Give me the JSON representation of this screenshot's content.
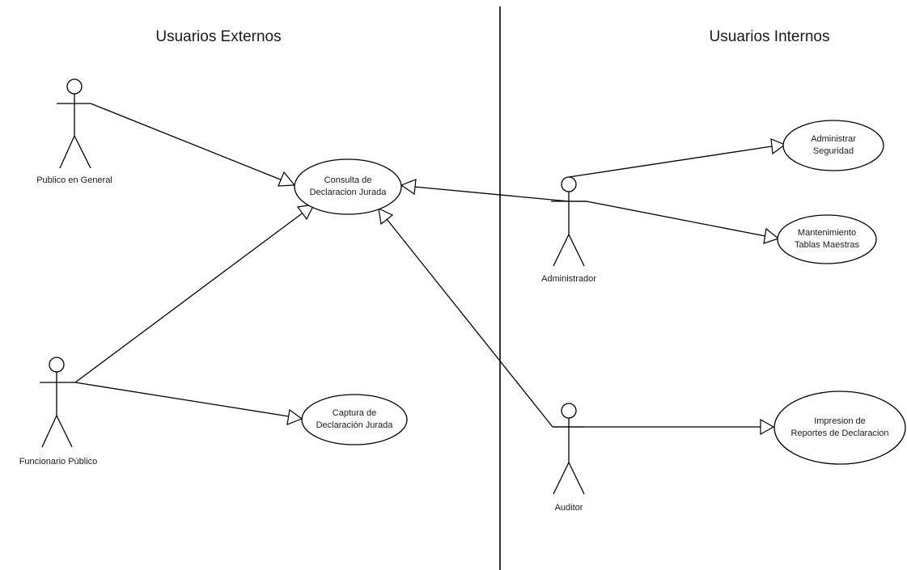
{
  "sections": {
    "external": "Usuarios Externos",
    "internal": "Usuarios Internos"
  },
  "actors": [
    {
      "id": "publico",
      "label": "Publico en General"
    },
    {
      "id": "funcionario",
      "label": "Funcionario Público"
    },
    {
      "id": "administrador",
      "label": "Administrador"
    },
    {
      "id": "auditor",
      "label": "Auditor"
    }
  ],
  "use_cases": [
    {
      "id": "consulta",
      "lines": [
        "Consulta de",
        "Declaracion Jurada"
      ]
    },
    {
      "id": "captura",
      "lines": [
        "Captura de",
        "Declaración Jurada"
      ]
    },
    {
      "id": "seguridad",
      "lines": [
        "Administrar",
        "Seguridad"
      ]
    },
    {
      "id": "tablas",
      "lines": [
        "Mantenimiento",
        "Tablas Maestras"
      ]
    },
    {
      "id": "impresion",
      "lines": [
        "Impresion de",
        "Reportes de Declaracion"
      ]
    }
  ],
  "associations": [
    {
      "from": "publico",
      "to": "consulta"
    },
    {
      "from": "funcionario",
      "to": "consulta"
    },
    {
      "from": "funcionario",
      "to": "captura"
    },
    {
      "from": "administrador",
      "to": "consulta"
    },
    {
      "from": "administrador",
      "to": "seguridad"
    },
    {
      "from": "administrador",
      "to": "tablas"
    },
    {
      "from": "auditor",
      "to": "consulta"
    },
    {
      "from": "auditor",
      "to": "impresion"
    }
  ]
}
